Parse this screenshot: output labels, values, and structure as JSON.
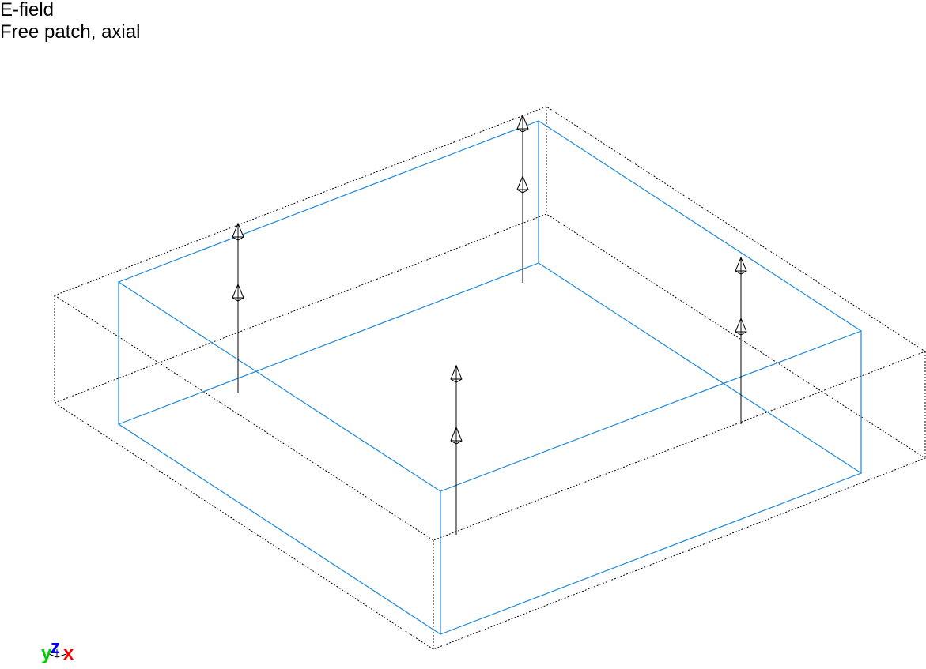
{
  "header": {
    "title": "E-field",
    "subtitle": "Free patch, axial"
  },
  "axes": {
    "x_label": "x",
    "y_label": "y",
    "z_label": "z",
    "x_color": "#ff0000",
    "y_color": "#00cc00",
    "z_color": "#0000ff"
  },
  "colors": {
    "patch_box": "#1e88d8",
    "boundary_box": "#000000",
    "arrows": "#000000"
  },
  "arrow_count": 4
}
